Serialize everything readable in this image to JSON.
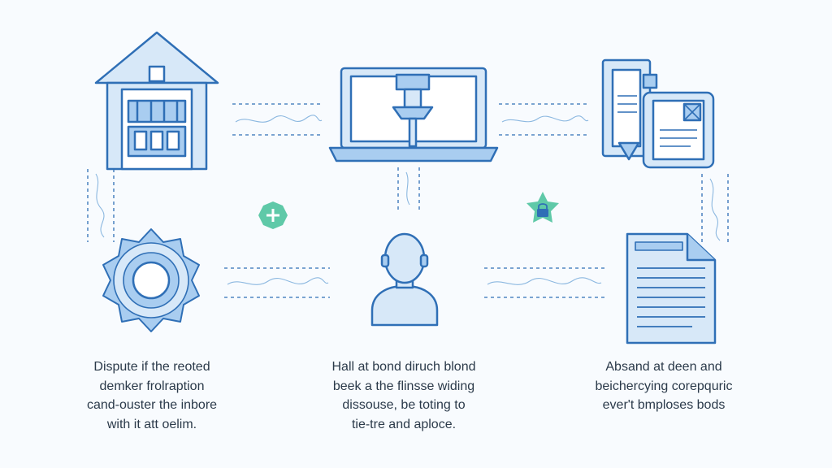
{
  "colors": {
    "stroke": "#2f6fb6",
    "fill_light": "#d7e8f8",
    "fill_mid": "#a9cdf0",
    "accent_green": "#5fc9a8",
    "background": "#f8fbfe",
    "text": "#2b3a4a"
  },
  "nodes": [
    {
      "id": "warehouse",
      "icon": "warehouse-icon"
    },
    {
      "id": "laptop",
      "icon": "laptop-icon"
    },
    {
      "id": "documents",
      "icon": "documents-icon"
    },
    {
      "id": "gear",
      "icon": "gear-icon"
    },
    {
      "id": "person",
      "icon": "person-icon"
    },
    {
      "id": "document",
      "icon": "document-icon"
    }
  ],
  "badges": [
    {
      "id": "plus",
      "icon": "plus-badge-icon"
    },
    {
      "id": "lock",
      "icon": "lock-badge-icon"
    }
  ],
  "captions": {
    "left": [
      "Dispute if the reoted",
      "demker frolraption",
      "cand-ouster the inbore",
      "with it att oelim."
    ],
    "middle": [
      "Hall at bond diruch blond",
      "beek a the flinsse widing",
      "dissouse, be toting to",
      "tie-tre and aploce."
    ],
    "right": [
      "Absand at deen and",
      "beichercying corepquric",
      "ever't bmploses bods"
    ]
  }
}
